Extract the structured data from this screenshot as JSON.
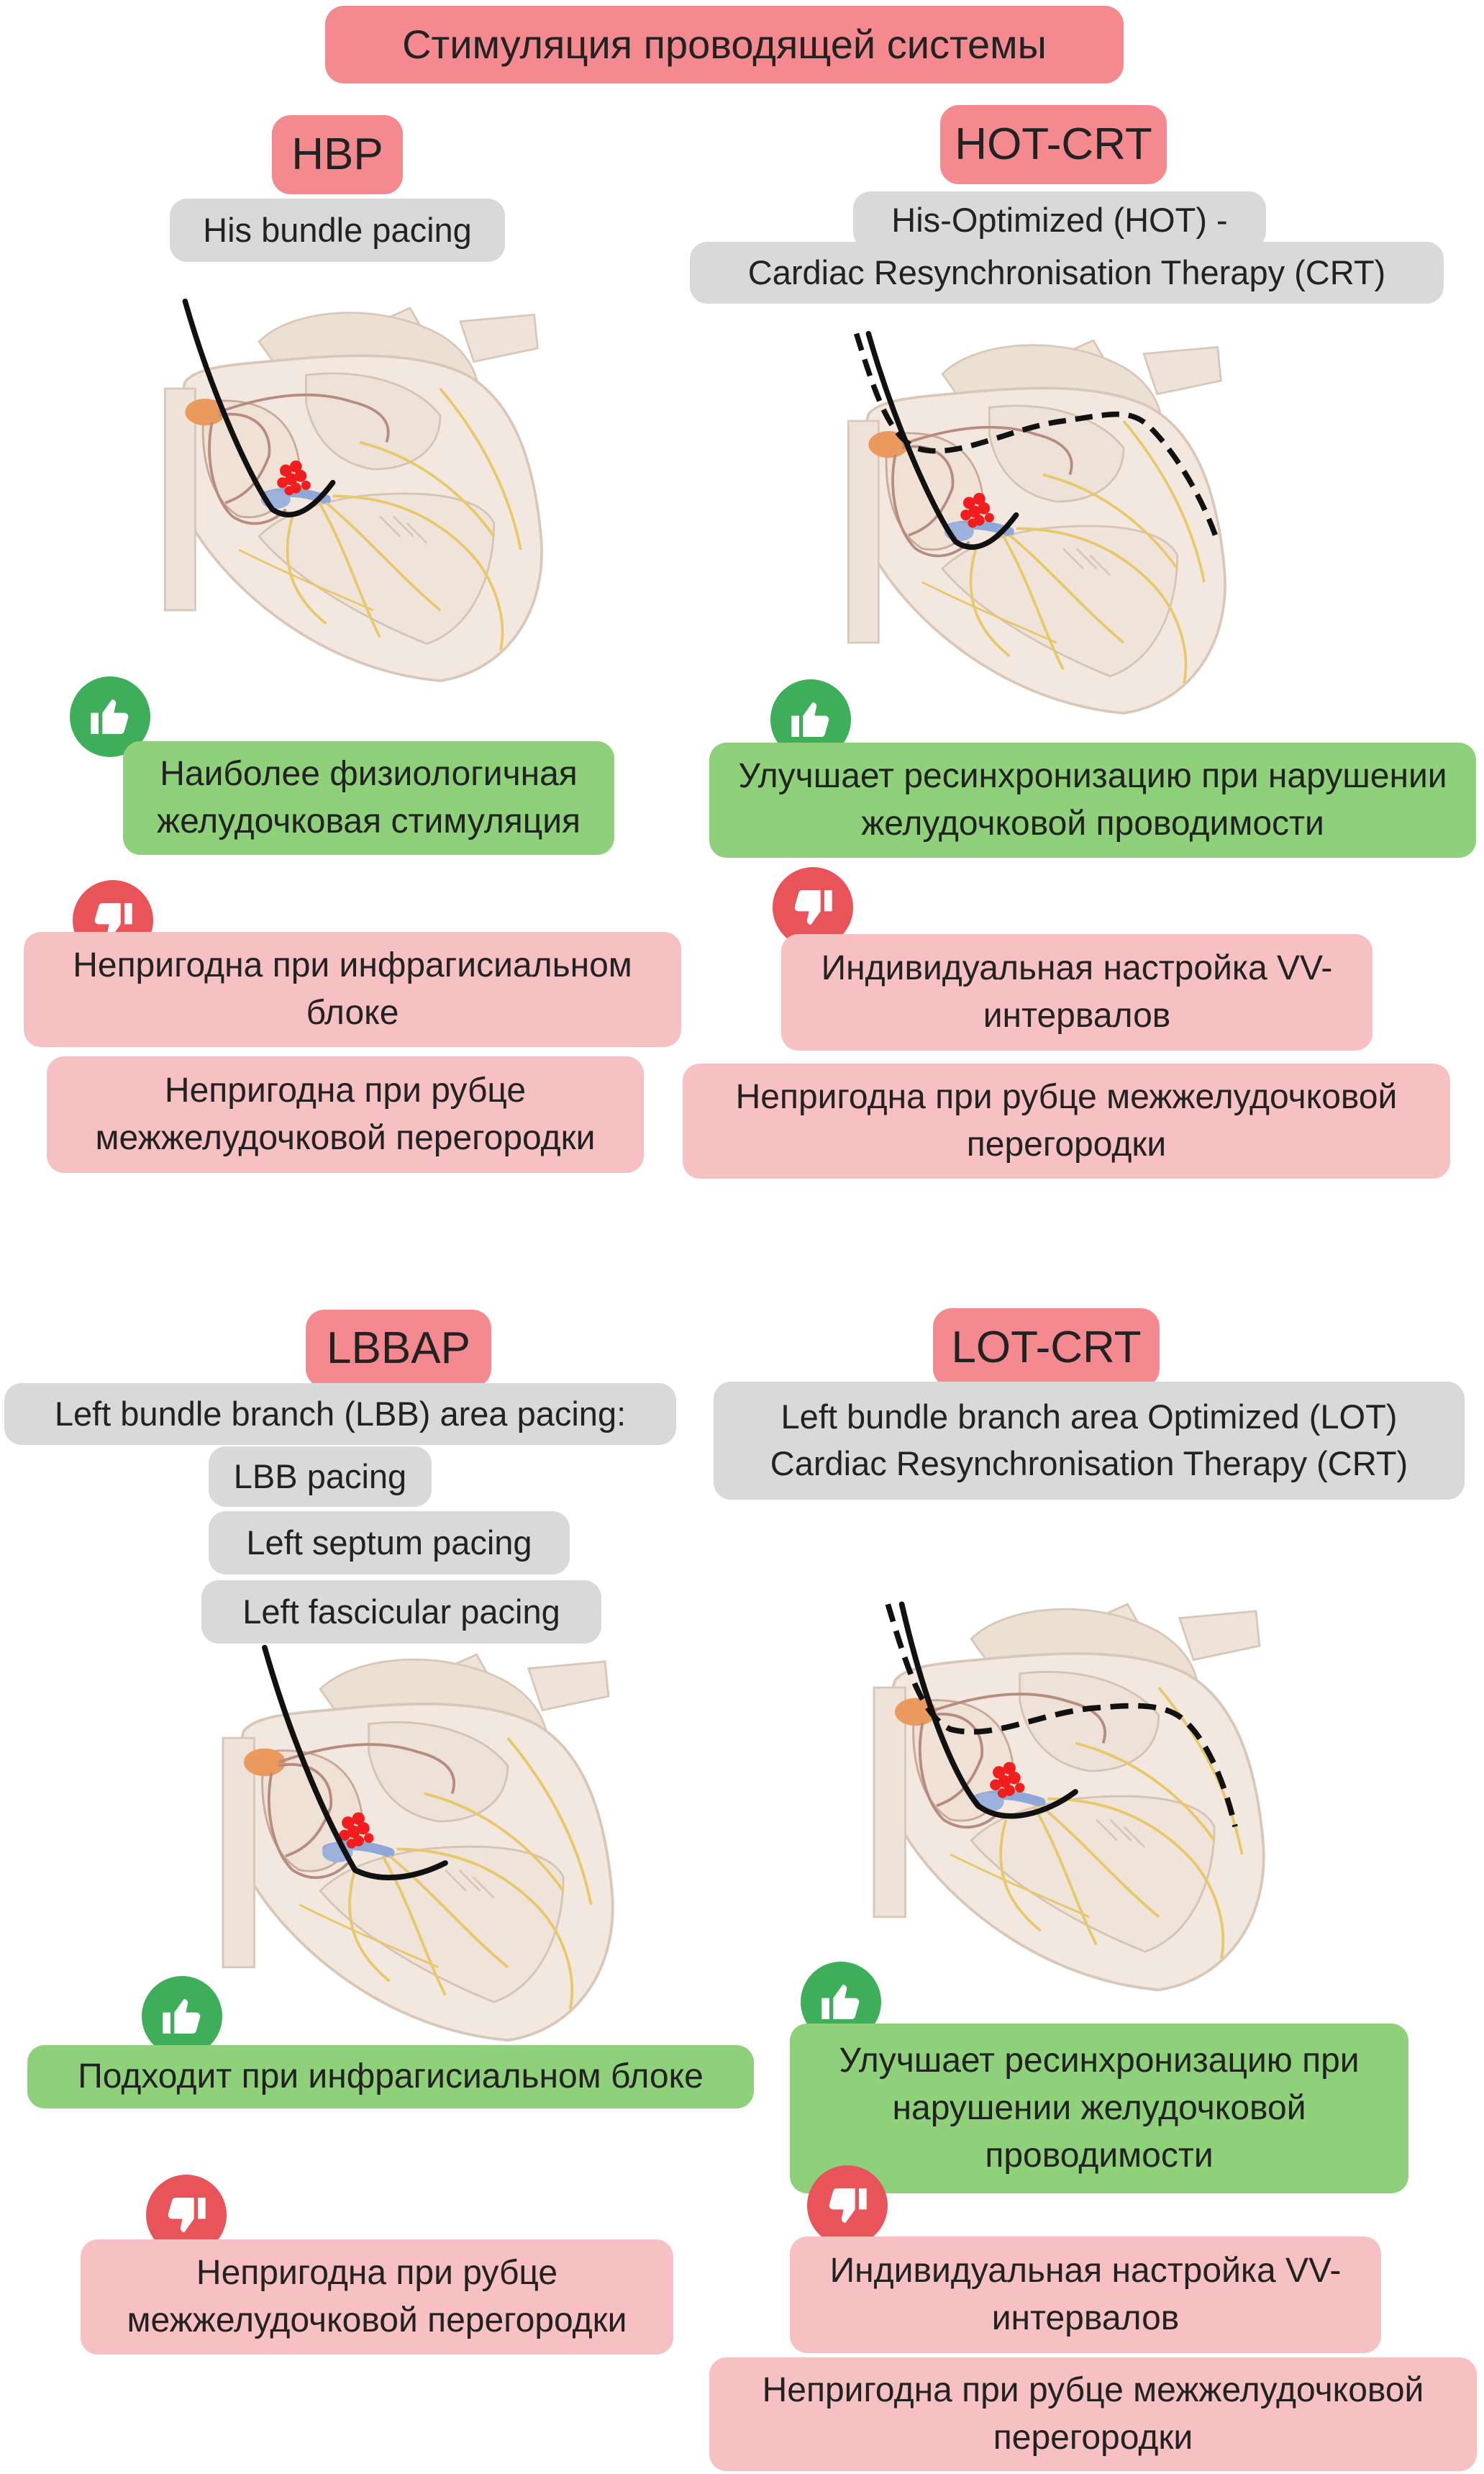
{
  "title": "Стимуляция проводящей системы",
  "sections": {
    "hbp": {
      "header": "HBP",
      "descriptions": [
        "His bundle pacing"
      ],
      "pros": [
        "Наиболее физиологичная желудочковая стимуляция"
      ],
      "cons": [
        "Непригодна при инфрагисиальном блоке",
        "Непригодна при рубце межжелудочковой перегородки"
      ]
    },
    "hot_crt": {
      "header": "HOT-CRT",
      "descriptions": [
        "His-Optimized (HOT) -",
        "Cardiac Resynchronisation Therapy (CRT)"
      ],
      "pros": [
        "Улучшает ресинхронизацию при нарушении желудочковой проводимости"
      ],
      "cons": [
        "Индивидуальная настройка VV-интервалов",
        "Непригодна при рубце межжелудочковой перегородки"
      ]
    },
    "lbbap": {
      "header": "LBBAP",
      "descriptions": [
        "Left bundle branch (LBB) area pacing:",
        "LBB pacing",
        "Left septum pacing",
        "Left fascicular pacing"
      ],
      "pros": [
        "Подходит при инфрагисиальном блоке"
      ],
      "cons": [
        "Непригодна при рубце межжелудочковой перегородки"
      ]
    },
    "lot_crt": {
      "header": "LOT-CRT",
      "descriptions": [
        "Left bundle branch area Optimized (LOT)",
        "Cardiac Resynchronisation Therapy (CRT)"
      ],
      "pros": [
        "Улучшает ресинхронизацию при нарушении желудочковой проводимости"
      ],
      "cons": [
        "Индивидуальная настройка VV-интервалов",
        "Непригодна при рубце межжелудочковой перегородки"
      ]
    }
  },
  "icons": {
    "pro": "thumbs-up-icon",
    "con": "thumbs-down-icon"
  },
  "colors": {
    "header": "#f48a90",
    "description": "#d9d9d9",
    "pro": "#8fd17a",
    "con": "#f7c0c3",
    "pro_icon": "#3fae5a",
    "con_icon": "#e9535a"
  }
}
